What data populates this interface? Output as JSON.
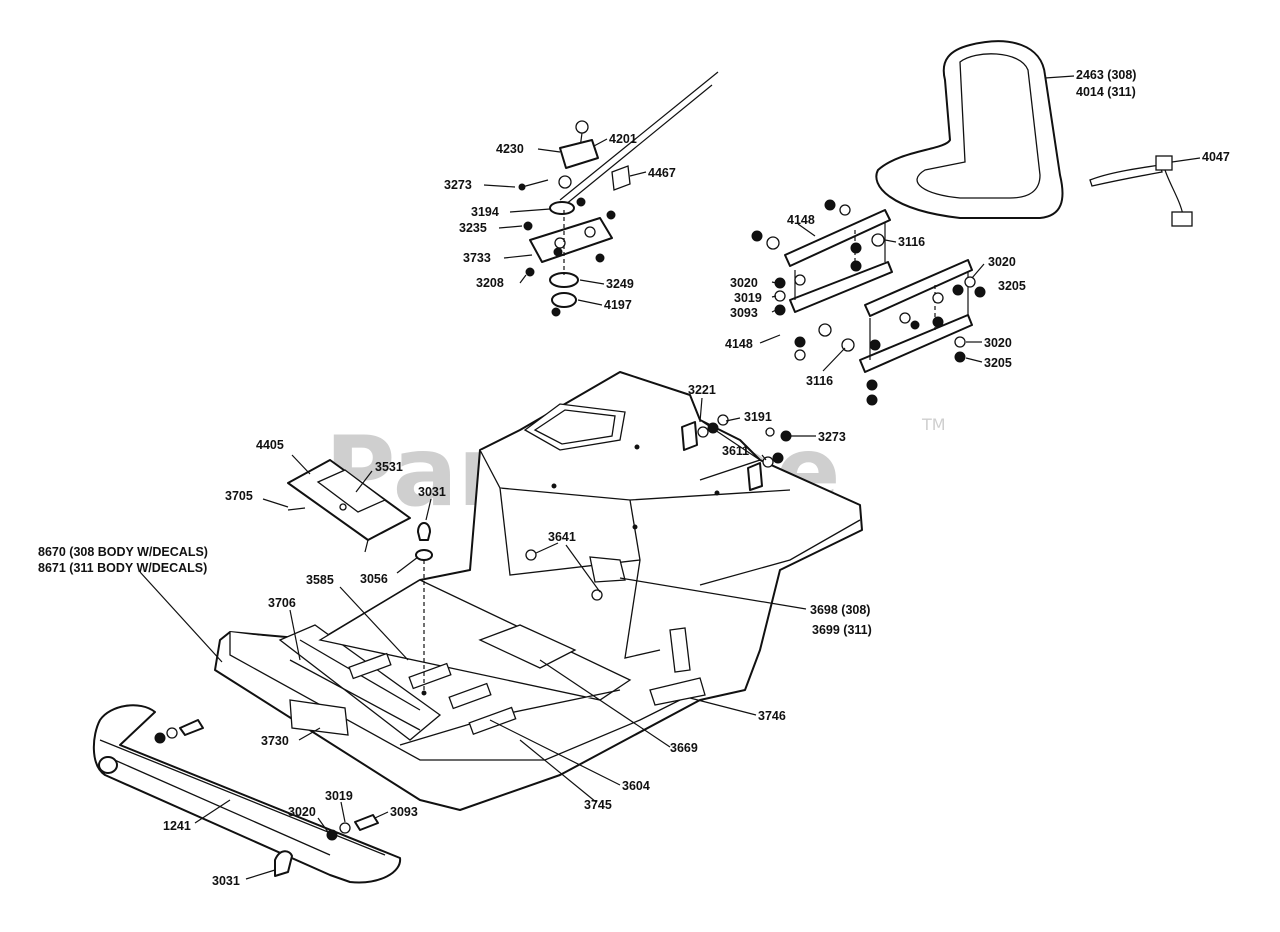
{
  "watermark": {
    "text": "PartsTree",
    "trademark": "TM"
  },
  "labels": {
    "l4230": "4230",
    "l4201": "4201",
    "l4467": "4467",
    "l3273a": "3273",
    "l3194": "3194",
    "l3235": "3235",
    "l3733": "3733",
    "l3249": "3249",
    "l3208": "3208",
    "l4197": "4197",
    "l2463": "2463 (308)",
    "l4014": "4014 (311)",
    "l4047": "4047",
    "l4148a": "4148",
    "l3116a": "3116",
    "l3020a": "3020",
    "l3019a": "3019",
    "l3093a": "3093",
    "l4148b": "4148",
    "l3116b": "3116",
    "l3020b": "3020",
    "l3205a": "3205",
    "l3020c": "3020",
    "l3205b": "3205",
    "l3221": "3221",
    "l3191": "3191",
    "l3273b": "3273",
    "l3611": "3611",
    "l4405": "4405",
    "l3531": "3531",
    "l3705": "3705",
    "l3031a": "3031",
    "l3056": "3056",
    "l8670": "8670 (308 BODY W/DECALS)",
    "l8671": "8671 (311 BODY W/DECALS)",
    "l3641": "3641",
    "l3585": "3585",
    "l3706": "3706",
    "l3698": "3698 (308)",
    "l3699": "3699 (311)",
    "l3746": "3746",
    "l3730": "3730",
    "l3669": "3669",
    "l3604": "3604",
    "l3745": "3745",
    "l3019b": "3019",
    "l3020d": "3020",
    "l3093b": "3093",
    "l1241": "1241",
    "l3031b": "3031"
  }
}
